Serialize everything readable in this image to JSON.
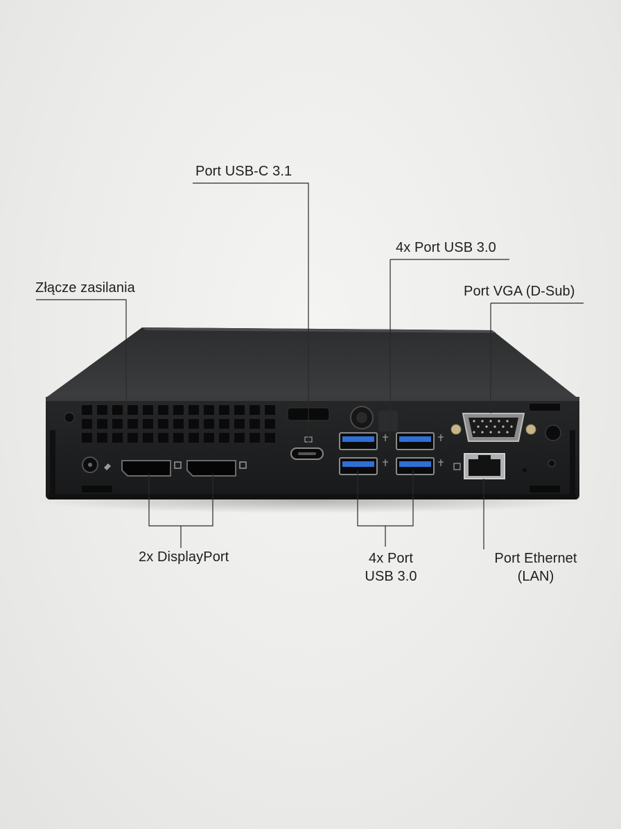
{
  "labels": {
    "power_connector": "Złącze zasilania",
    "usb_c": "Port USB-C 3.1",
    "usb3_top": "4x Port USB 3.0",
    "vga": "Port VGA (D-Sub)",
    "displayport": "2x DisplayPort",
    "usb3_bottom_line1": "4x Port",
    "usb3_bottom_line2": "USB 3.0",
    "ethernet_line1": "Port Ethernet",
    "ethernet_line2": "(LAN)"
  },
  "colors": {
    "chassis": "#1f2021",
    "usb3_blue": "#2f6fd6",
    "leader_line": "#2a2a2a"
  },
  "icons": [
    "power-plug-icon",
    "displayport-icon",
    "usb-icon",
    "ethernet-icon"
  ]
}
